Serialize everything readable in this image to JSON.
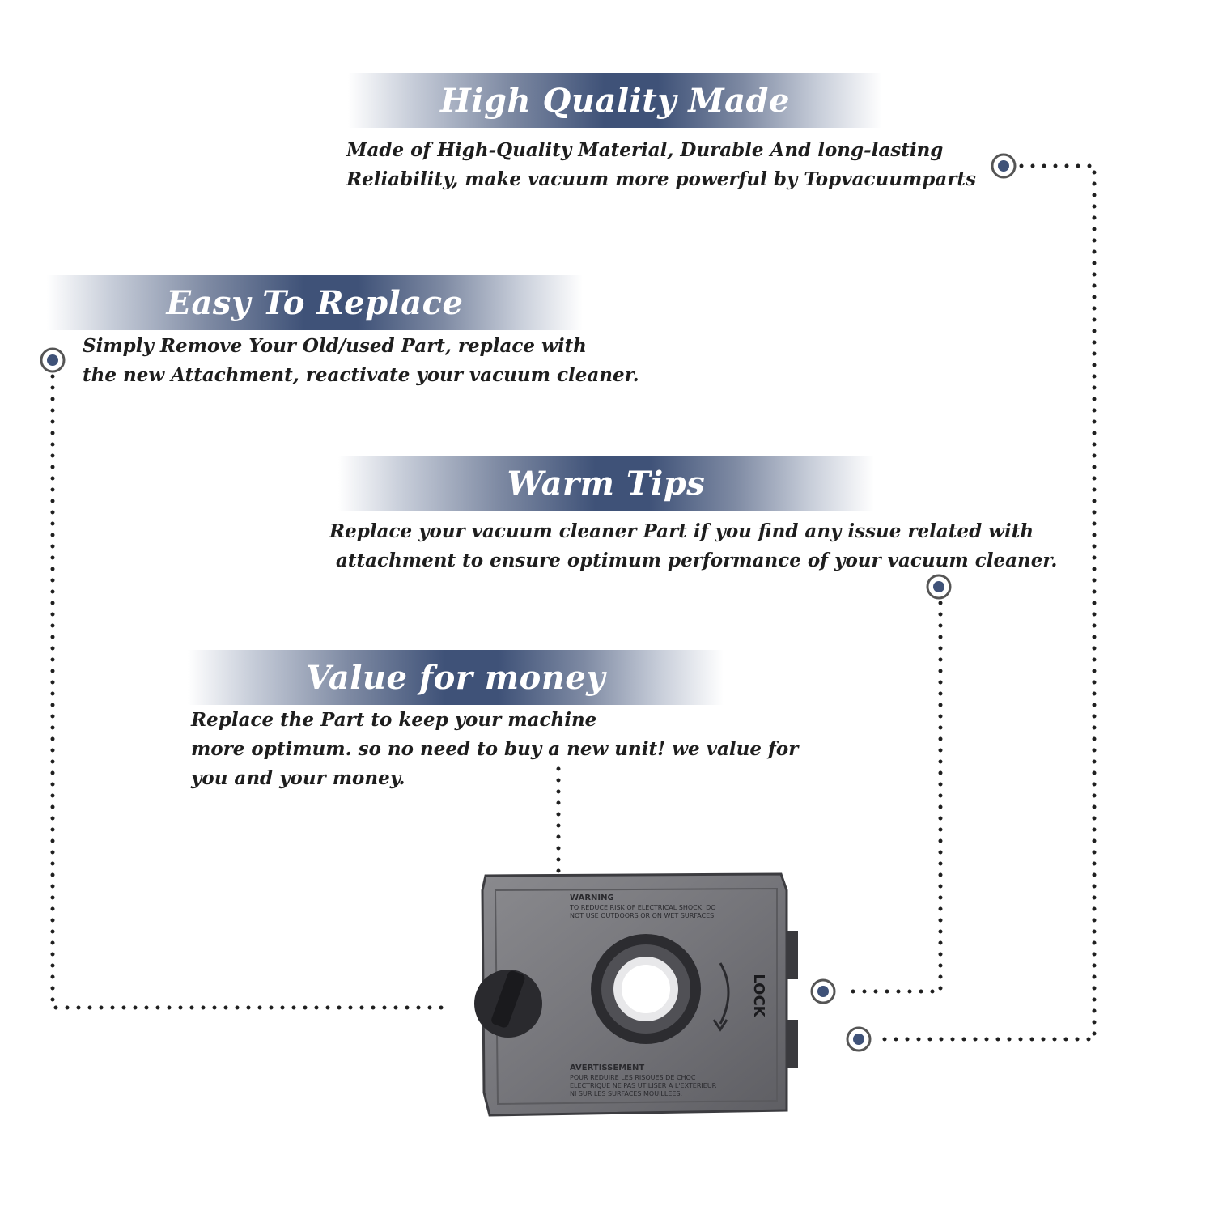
{
  "sections": {
    "quality": {
      "title": "High Quality Made",
      "lines": [
        "Made of  High-Quality Material, Durable And long-lasting",
        "Reliability, make vacuum more powerful by Topvacuumparts"
      ]
    },
    "replace": {
      "title": "Easy To Replace",
      "lines": [
        "Simply Remove Your Old/used Part, replace with",
        "the new Attachment, reactivate your vacuum cleaner."
      ]
    },
    "tips": {
      "title": "Warm Tips",
      "lines": [
        "Replace your vacuum cleaner Part if you find any issue related with",
        " attachment to ensure optimum performance of your vacuum cleaner."
      ]
    },
    "value": {
      "title": "Value for money",
      "lines": [
        "Replace the Part to keep your machine",
        "more optimum. so no need to buy a new unit! we value for",
        "you and your money."
      ]
    }
  },
  "product": {
    "warning_title": "WARNING",
    "warning_lines": [
      "TO REDUCE RISK OF ELECTRICAL SHOCK, DO",
      "NOT USE OUTDOORS OR ON WET SURFACES."
    ],
    "lock_label": "LOCK",
    "avert_title": "AVERTISSEMENT",
    "avert_lines": [
      "POUR REDUIRE LES RISQUES DE CHOC",
      "ELECTRIQUE NE PAS UTILISER A L'EXTERIEUR",
      "NI SUR LES SURFACES MOUILLEES."
    ]
  },
  "colors": {
    "accent": "#3f5278",
    "dot": "#1f1f1f",
    "text": "#1e1e1e"
  }
}
